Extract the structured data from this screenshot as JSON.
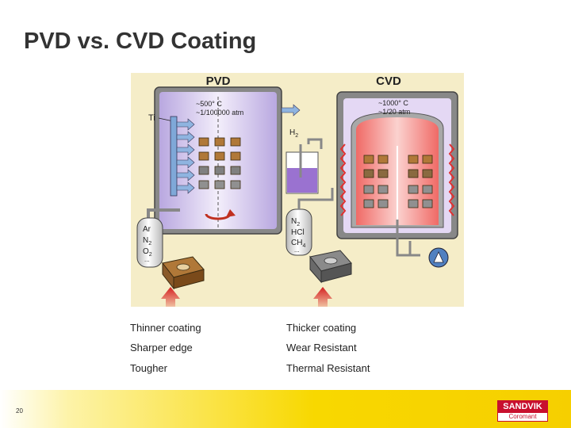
{
  "slide": {
    "title": "PVD vs. CVD Coating",
    "page_number": "20"
  },
  "diagram": {
    "pvd": {
      "heading": "PVD",
      "temperature": "~500° C",
      "pressure": "~1/100000 atm",
      "target": "Ti",
      "gases": [
        "Ar",
        "N",
        "2",
        "O",
        "2",
        "..."
      ]
    },
    "cvd": {
      "heading": "CVD",
      "temperature": "~1000° C",
      "pressure": "~1/20 atm",
      "carrier_gas": "H",
      "carrier_sub": "2",
      "gases": [
        "N",
        "2",
        "HCl",
        "CH",
        "4",
        "..."
      ]
    }
  },
  "comparison": {
    "pvd_traits": [
      "Thinner coating",
      "Sharper edge",
      "Tougher"
    ],
    "cvd_traits": [
      "Thicker coating",
      "Wear Resistant",
      "Thermal Resistant"
    ]
  },
  "brand": {
    "name": "SANDVIK",
    "division": "Coromant"
  },
  "colors": {
    "footer_yellow": "#f6cf00",
    "brand_red": "#c8102e",
    "arrow_red": "#d42020",
    "panel_bg": "#f5edc8",
    "pvd_chamber": "#c8b8e8",
    "cvd_chamber": "#f48a84"
  }
}
